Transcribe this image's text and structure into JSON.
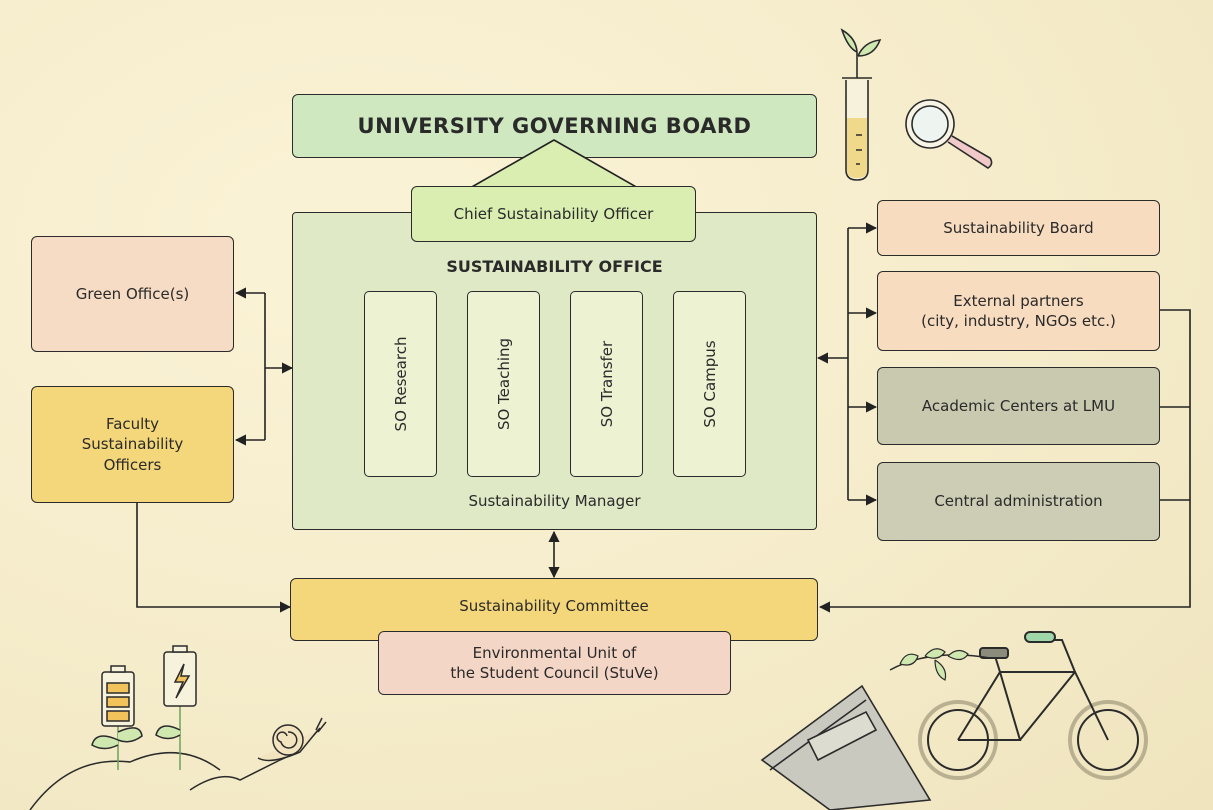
{
  "governing_board": "UNIVERSITY GOVERNING BOARD",
  "chief_officer": "Chief Sustainability Officer",
  "office": {
    "title": "SUSTAINABILITY OFFICE",
    "units": [
      "SO Research",
      "SO Teaching",
      "SO Transfer",
      "SO Campus"
    ],
    "manager": "Sustainability Manager"
  },
  "left": {
    "green_office": "Green Office(s)",
    "faculty_officers": "Faculty Sustainability Officers"
  },
  "right": {
    "board": "Sustainability Board",
    "external_partners_line1": "External partners",
    "external_partners_line2": "(city, industry, NGOs etc.)",
    "academic_centers": "Academic Centers at LMU",
    "central_admin": "Central administration"
  },
  "committee": "Sustainability Committee",
  "student_unit_line1": "Environmental Unit of",
  "student_unit_line2": "the Student Council (StuVe)",
  "colors": {
    "green": "#cfe8c0",
    "chief_green": "#d9eeb0",
    "office_green": "#dfe9c6",
    "peach": "#f7dcc0",
    "yellow": "#f4d77a",
    "grey": "#c9c9b0",
    "pink": "#f4d6c6",
    "line": "#222222"
  },
  "icons": [
    "test-tube-plant-icon",
    "magnifier-icon",
    "battery-plant-icon",
    "snail-icon",
    "book-icon",
    "bicycle-icon"
  ]
}
